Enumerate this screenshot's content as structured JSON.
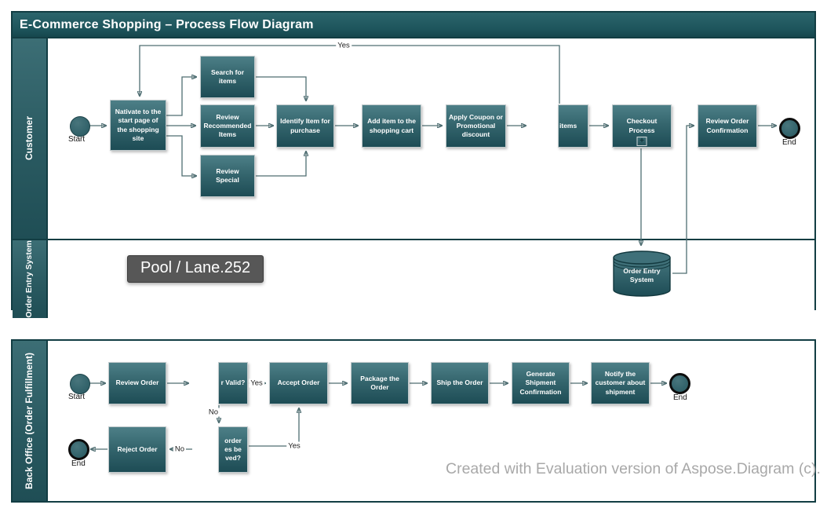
{
  "pool1": {
    "title": "E-Commerce Shopping – Process Flow Diagram",
    "lanes": {
      "customer": "Customer",
      "order_entry": "Order Entry System"
    }
  },
  "pool2": {
    "lanes": {
      "back_office": "Back Office (Order Fulfillment)"
    }
  },
  "tooltip": "Pool / Lane.252",
  "watermark": "Created with Evaluation version of Aspose.Diagram (c).",
  "nodes": {
    "start1": "Start",
    "navigate": "Nativate to the start page of the shopping site",
    "search_items": "Search for items",
    "review_recommended": "Review Recommended Items",
    "review_special": "Review Special",
    "identify_item": "Identify Item for purchase",
    "add_to_cart": "Add item to the shopping cart",
    "apply_coupon": "Apply Coupon or Promotional discount",
    "items": "items",
    "checkout": "Checkout Process",
    "subprocess_marker": "+",
    "review_confirmation": "Review Order Confirmation",
    "end1": "End",
    "order_entry_db_l1": "Order Entry",
    "order_entry_db_l2": "System",
    "start2": "Start",
    "review_order": "Review Order",
    "order_valid": "r Valid?",
    "accept_order": "Accept Order",
    "package_order": "Package the Order",
    "ship_order": "Ship the Order",
    "generate_confirmation": "Generate Shipment Confirmation",
    "notify_customer": "Notify the customer about shipment",
    "end2": "End",
    "order_issues_l1": "order",
    "order_issues_l2": "es be",
    "order_issues_l3": "ved?",
    "reject_order": "Reject Order",
    "end3": "End"
  },
  "edge_labels": {
    "loop_yes": "Yes",
    "valid_yes": "Yes",
    "valid_no": "No",
    "issues_yes": "Yes",
    "issues_no": "No"
  },
  "colors": {
    "accent": "#266067",
    "accent-dark": "#17494f",
    "box-top": "#4d7f87",
    "box-bottom": "#1d4c55",
    "line": "#4f6e72",
    "tooltip-bg": "#575757",
    "watermark": "#a8a8a8"
  }
}
